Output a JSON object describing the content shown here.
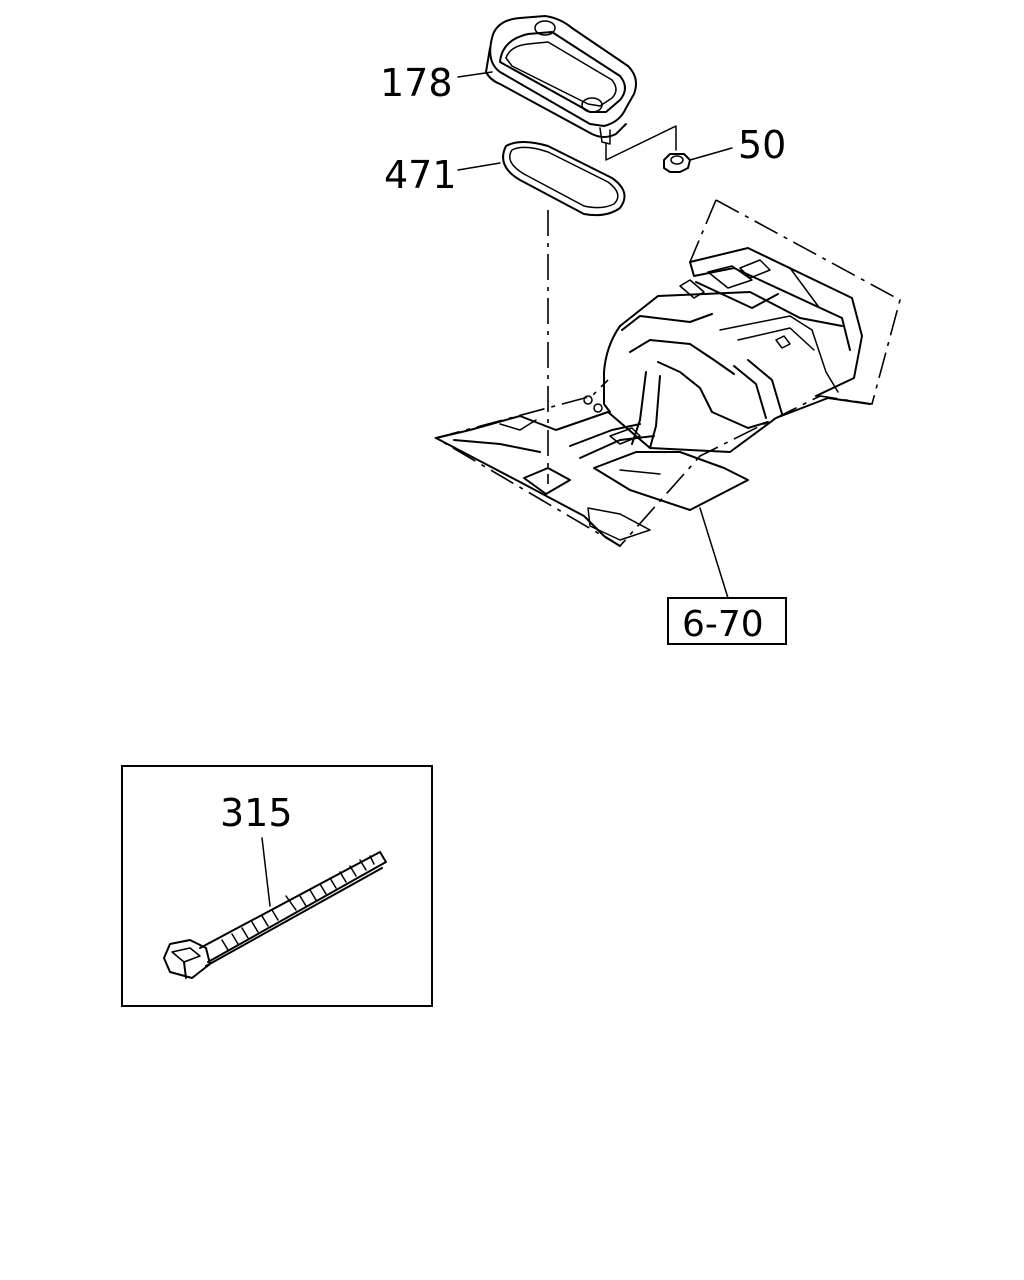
{
  "callouts": {
    "part_178": "178",
    "part_471": "471",
    "part_50": "50",
    "part_315": "315",
    "ref_6_70": "6-70"
  },
  "icons": {
    "cover_plate": "cover-plate-icon",
    "gasket": "gasket-ring-icon",
    "nut": "flange-nut-icon",
    "floor_panel": "floor-panel-icon",
    "cable_tie": "cable-tie-icon"
  }
}
